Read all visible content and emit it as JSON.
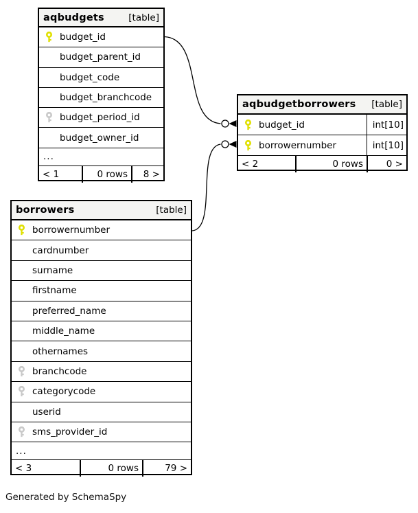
{
  "colors": {
    "pk_key": "#e0e000",
    "fk_key": "#c9c9c9",
    "header_bg": "#f4f4f2",
    "border": "#000000",
    "edge": "#000000"
  },
  "note": "Generated by SchemaSpy",
  "tables": {
    "aqbudgets": {
      "title": "aqbudgets",
      "tag": "[table]",
      "rows": [
        {
          "name": "budget_id",
          "key": "pk"
        },
        {
          "name": "budget_parent_id",
          "key": ""
        },
        {
          "name": "budget_code",
          "key": ""
        },
        {
          "name": "budget_branchcode",
          "key": ""
        },
        {
          "name": "budget_period_id",
          "key": "fk"
        },
        {
          "name": "budget_owner_id",
          "key": ""
        }
      ],
      "ellipsis": "...",
      "footer": {
        "prev": "< 1",
        "count": "0 rows",
        "next": "8 >"
      }
    },
    "aqbudgetborrowers": {
      "title": "aqbudgetborrowers",
      "tag": "[table]",
      "rows": [
        {
          "name": "budget_id",
          "type": "int[10]",
          "key": "pk"
        },
        {
          "name": "borrowernumber",
          "type": "int[10]",
          "key": "pk"
        }
      ],
      "footer": {
        "prev": "< 2",
        "count": "0 rows",
        "next": "0 >"
      }
    },
    "borrowers": {
      "title": "borrowers",
      "tag": "[table]",
      "rows": [
        {
          "name": "borrowernumber",
          "key": "pk"
        },
        {
          "name": "cardnumber",
          "key": ""
        },
        {
          "name": "surname",
          "key": ""
        },
        {
          "name": "firstname",
          "key": ""
        },
        {
          "name": "preferred_name",
          "key": ""
        },
        {
          "name": "middle_name",
          "key": ""
        },
        {
          "name": "othernames",
          "key": ""
        },
        {
          "name": "branchcode",
          "key": "fk"
        },
        {
          "name": "categorycode",
          "key": "fk"
        },
        {
          "name": "userid",
          "key": ""
        },
        {
          "name": "sms_provider_id",
          "key": "fk"
        }
      ],
      "ellipsis": "...",
      "footer": {
        "prev": "< 3",
        "count": "0 rows",
        "next": "79 >"
      }
    }
  },
  "relationships": [
    {
      "from": "aqbudgets.budget_id",
      "to": "aqbudgetborrowers.budget_id"
    },
    {
      "from": "borrowers.borrowernumber",
      "to": "aqbudgetborrowers.borrowernumber"
    }
  ]
}
